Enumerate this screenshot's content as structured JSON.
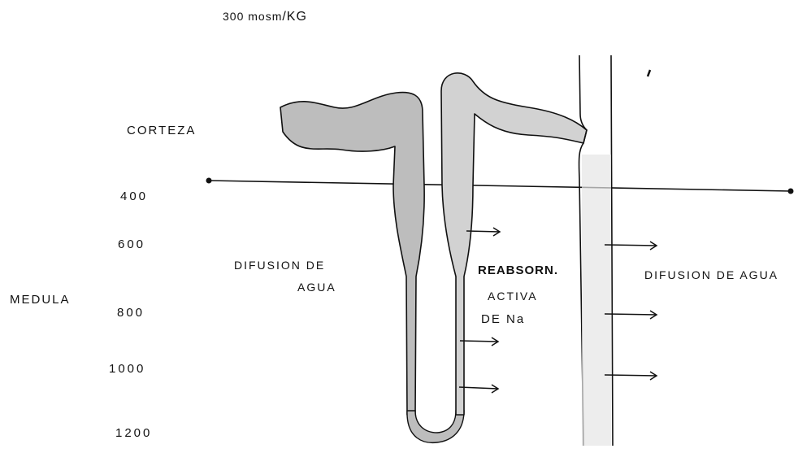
{
  "header": {
    "osm_value": "300 mosm",
    "osm_unit": "/KG"
  },
  "zones": {
    "cortex": "CORTEZA",
    "medulla": "MEDULA"
  },
  "scale": [
    "400",
    "600",
    "800",
    "1000",
    "1200"
  ],
  "labels": {
    "water_left_1": "DIFUSION DE",
    "water_left_2": "AGUA",
    "reabs_1": "REABSORN.",
    "reabs_2": "ACTIVA",
    "reabs_3": "DE  Na",
    "water_right": "DIFUSION DE AGUA"
  },
  "colors": {
    "ink": "#111111",
    "tubule_fill": "#bdbdbd",
    "duct_fill": "#e6e6e6"
  }
}
